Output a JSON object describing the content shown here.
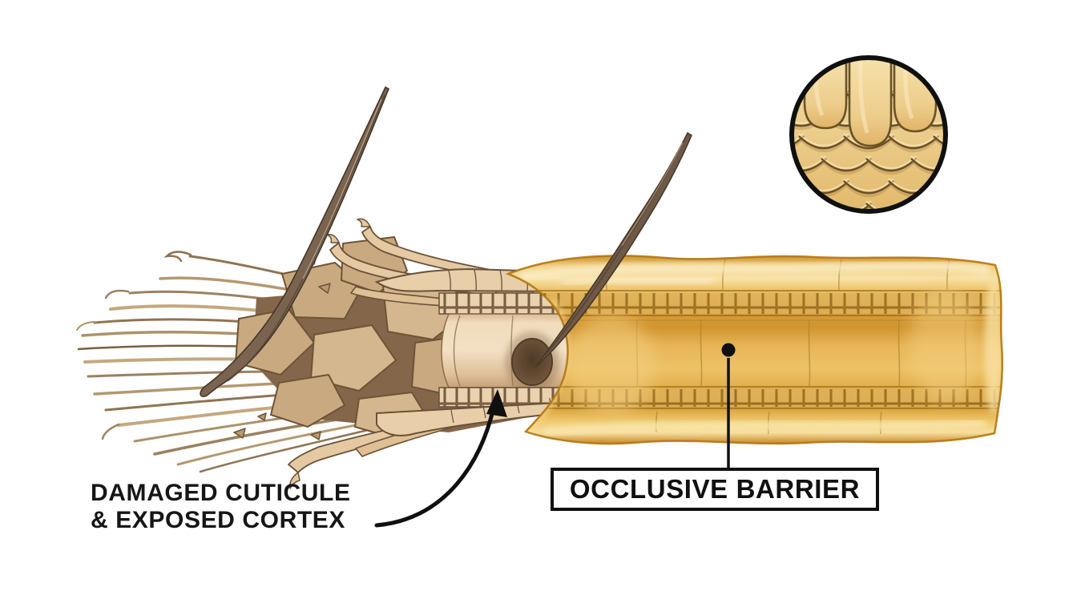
{
  "figure": {
    "background": "#FFFFFF",
    "description_visible_parts": {
      "left": "frayed hair end with broken fibers and flaking cuticle scales",
      "center": "bare hair shaft with cuticle brick layers and dark pore",
      "right": "glossy golden occlusive coating over the hair shaft",
      "top_right": "circular magnified inset of healthy cuticle scales"
    }
  },
  "labels": {
    "damaged": {
      "line1": "DAMAGED CUTICULE",
      "line2": "& EXPOSED CORTEX"
    },
    "occlusive": {
      "text": "OCCLUSIVE BARRIER"
    }
  },
  "icons": {
    "curved_arrow": "curved-arrow-icon",
    "pointer": "dot-pointer-icon",
    "inset": "magnified-cuticle-inset"
  },
  "colors": {
    "barrier_gold": "#E2AC4C",
    "barrier_gold_light": "#F7DF9E",
    "barrier_outline": "#B3750E",
    "shaft_beige": "#EAD4B4",
    "brick_tan": "#E6C9A2",
    "fiber_tan": "#B4986F",
    "flake_tan": "#C9AA80",
    "flake_dark": "#84674A",
    "hair_brown": "#6E5946",
    "scale_gold": "#EDCB85",
    "line_black": "#111111"
  }
}
